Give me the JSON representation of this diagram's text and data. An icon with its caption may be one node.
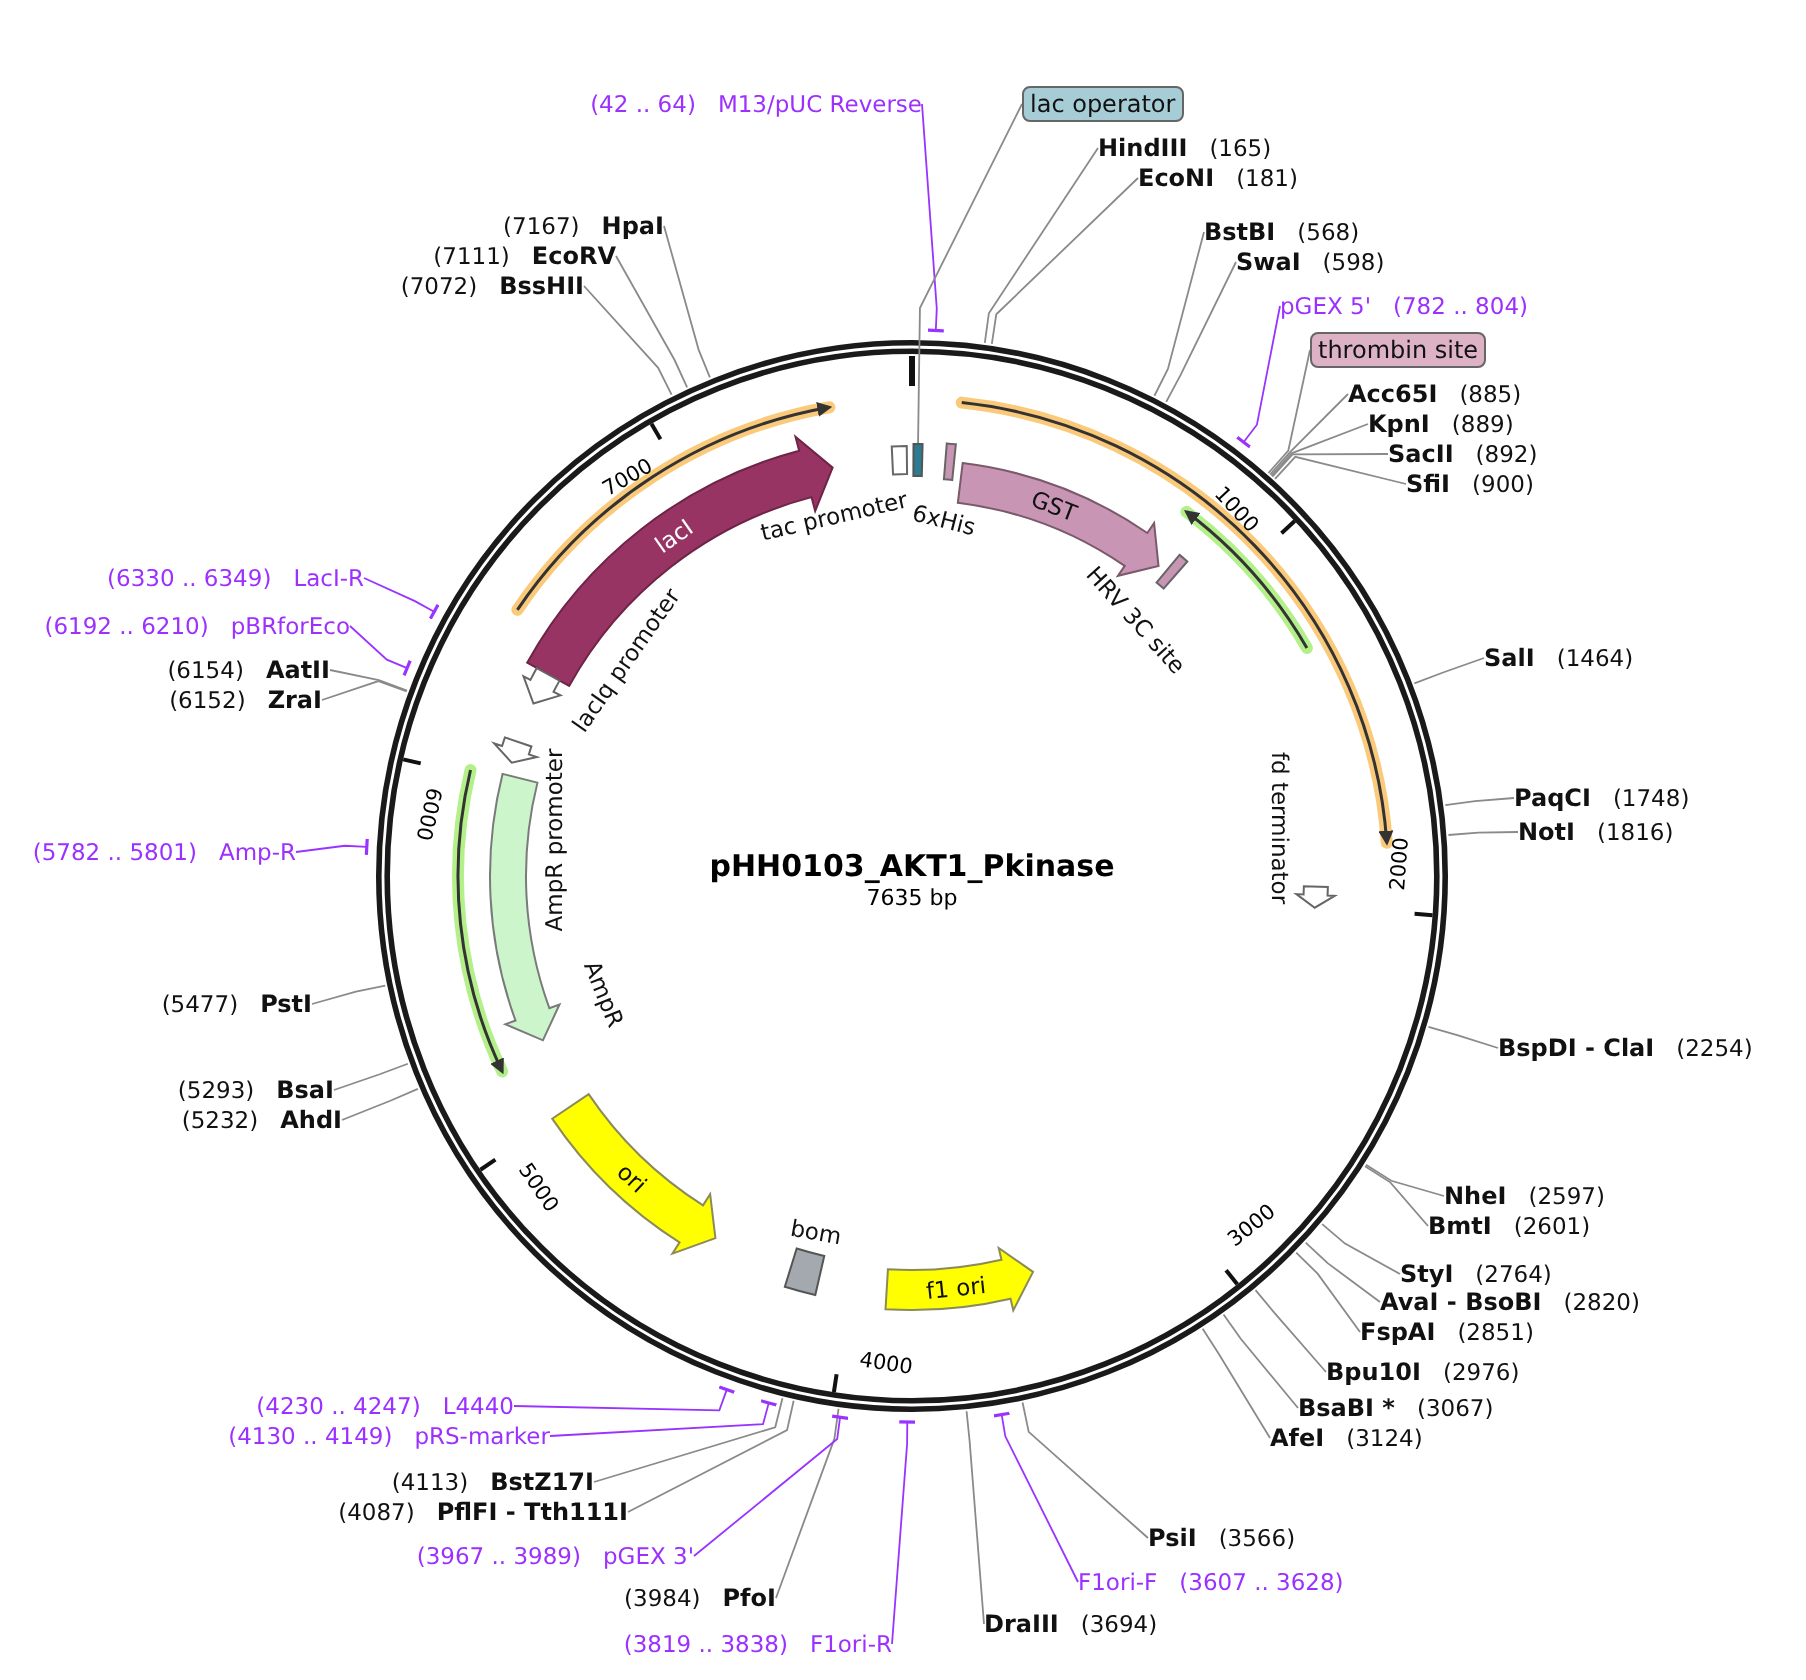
{
  "diagram": {
    "title": "pHH0103_AKT1_Pkinase",
    "nodes": [
      {
        "text": [
          "(42 .. 64)",
          "M13/pUC Reverse"
        ]
      },
      {
        "text": [
          "lac operator"
        ]
      },
      {
        "text": [
          "HindIII",
          "(165)"
        ]
      },
      {
        "text": [
          "EcoNI",
          "(181)"
        ]
      },
      {
        "text": [
          "BstBI",
          "(568)"
        ]
      },
      {
        "text": [
          "SwaI",
          "(598)"
        ]
      },
      {
        "text": [
          "pGEX 5'",
          "(782 .. 804)"
        ]
      },
      {
        "text": [
          "thrombin site"
        ]
      },
      {
        "text": [
          "Acc65I",
          "(885)"
        ]
      },
      {
        "text": [
          "KpnI",
          "(889)"
        ]
      },
      {
        "text": [
          "SacII",
          "(892)"
        ]
      },
      {
        "text": [
          "SfiI",
          "(900)"
        ]
      },
      {
        "text": [
          "SalI",
          "(1464)"
        ]
      },
      {
        "text": [
          "PaqCI",
          "(1748)"
        ]
      },
      {
        "text": [
          "NotI",
          "(1816)"
        ]
      },
      {
        "text": [
          "BspDI - ClaI",
          "(2254)"
        ]
      },
      {
        "text": [
          "NheI",
          "(2597)"
        ]
      },
      {
        "text": [
          "BmtI",
          "(2601)"
        ]
      },
      {
        "text": [
          "StyI",
          "(2764)"
        ]
      },
      {
        "text": [
          "AvaI - BsoBI",
          "(2820)"
        ]
      },
      {
        "text": [
          "FspAI",
          "(2851)"
        ]
      },
      {
        "text": [
          "Bpu10I",
          "(2976)"
        ]
      },
      {
        "text": [
          "BsaBI *",
          "(3067)"
        ]
      },
      {
        "text": [
          "AfeI",
          "(3124)"
        ]
      },
      {
        "text": [
          "PsiI",
          "(3566)"
        ]
      },
      {
        "text": [
          "F1ori-F",
          "(3607 .. 3628)"
        ]
      },
      {
        "text": [
          "DraIII",
          "(3694)"
        ]
      },
      {
        "text": [
          "(3819 .. 3838)",
          "F1ori-R"
        ]
      },
      {
        "text": [
          "(3984)",
          "PfoI"
        ]
      },
      {
        "text": [
          "(3967 .. 3989)",
          "pGEX 3'"
        ]
      },
      {
        "text": [
          "(4087)",
          "PflFI - Tth111I"
        ]
      },
      {
        "text": [
          "(4113)",
          "BstZ17I"
        ]
      },
      {
        "text": [
          "(4130 .. 4149)",
          "pRS-marker"
        ]
      },
      {
        "text": [
          "(4230 .. 4247)",
          "L4440"
        ]
      },
      {
        "text": [
          "(5232)",
          "AhdI"
        ]
      },
      {
        "text": [
          "(5293)",
          "BsaI"
        ]
      },
      {
        "text": [
          "(5477)",
          "PstI"
        ]
      },
      {
        "text": [
          "(5782 .. 5801)",
          "Amp-R"
        ]
      },
      {
        "text": [
          "(6152)",
          "ZraI"
        ]
      },
      {
        "text": [
          "(6154)",
          "AatII"
        ]
      },
      {
        "text": [
          "(6192 .. 6210)",
          "pBRforEco"
        ]
      },
      {
        "text": [
          "(6330 .. 6349)",
          "LacI-R"
        ]
      },
      {
        "text": [
          "(7072)",
          "BssHII"
        ]
      },
      {
        "text": [
          "(7111)",
          "EcoRV"
        ]
      },
      {
        "text": [
          "(7167)",
          "HpaI"
        ]
      },
      {
        "text": [
          "lacI"
        ]
      },
      {
        "text": [
          "lacIq promoter"
        ]
      },
      {
        "text": [
          "tac promoter"
        ]
      },
      {
        "text": [
          "6xHis"
        ]
      },
      {
        "text": [
          "GST"
        ]
      },
      {
        "text": [
          "HRV 3C site"
        ]
      },
      {
        "text": [
          "fd terminator"
        ]
      },
      {
        "text": [
          "AmpR promoter"
        ]
      },
      {
        "text": [
          "AmpR"
        ]
      },
      {
        "text": [
          "ori"
        ]
      },
      {
        "text": [
          "bom"
        ]
      },
      {
        "text": [
          "f1 ori"
        ]
      },
      {
        "text": [],
        "shape": "box"
      }
    ],
    "edges": [
      {
        "from": 0,
        "to": null,
        "arrow": "other",
        "color": "#9933ff"
      },
      {
        "from": 1,
        "to": 57,
        "arrow": "none"
      },
      {
        "from": 2,
        "to": null,
        "arrow": "none"
      },
      {
        "from": 3,
        "to": null,
        "arrow": "none"
      },
      {
        "from": 4,
        "to": null,
        "arrow": "none"
      },
      {
        "from": 5,
        "to": null,
        "arrow": "none"
      },
      {
        "from": 6,
        "to": null,
        "arrow": "other",
        "color": "#9933ff"
      },
      {
        "from": 7,
        "to": null,
        "arrow": "none"
      },
      {
        "from": 8,
        "to": null,
        "arrow": "none"
      },
      {
        "from": 9,
        "to": null,
        "arrow": "none"
      },
      {
        "from": 10,
        "to": null,
        "arrow": "none"
      },
      {
        "from": 11,
        "to": null,
        "arrow": "none"
      },
      {
        "from": 12,
        "to": null,
        "arrow": "none"
      },
      {
        "from": 13,
        "to": null,
        "arrow": "none"
      },
      {
        "from": 14,
        "to": null,
        "arrow": "none"
      },
      {
        "from": 15,
        "to": null,
        "arrow": "none"
      },
      {
        "from": 16,
        "to": null,
        "arrow": "none"
      },
      {
        "from": 17,
        "to": null,
        "arrow": "none"
      },
      {
        "from": 18,
        "to": null,
        "arrow": "none"
      },
      {
        "from": 19,
        "to": null,
        "arrow": "none"
      },
      {
        "from": 20,
        "to": null,
        "arrow": "none"
      },
      {
        "from": 21,
        "to": null,
        "arrow": "none"
      },
      {
        "from": 22,
        "to": null,
        "arrow": "none"
      },
      {
        "from": 23,
        "to": null,
        "arrow": "none"
      },
      {
        "from": 24,
        "to": null,
        "arrow": "none"
      },
      {
        "from": 25,
        "to": null,
        "arrow": "other",
        "color": "#9933ff"
      },
      {
        "from": 26,
        "to": null,
        "arrow": "none"
      },
      {
        "from": 27,
        "to": null,
        "arrow": "other",
        "color": "#9933ff"
      },
      {
        "from": 28,
        "to": null,
        "arrow": "none"
      },
      {
        "from": 29,
        "to": null,
        "arrow": "other",
        "color": "#9933ff"
      },
      {
        "from": 30,
        "to": null,
        "arrow": "none"
      },
      {
        "from": 31,
        "to": null,
        "arrow": "none"
      },
      {
        "from": 32,
        "to": null,
        "arrow": "other",
        "color": "#9933ff"
      },
      {
        "from": 33,
        "to": null,
        "arrow": "other",
        "color": "#9933ff"
      },
      {
        "from": 34,
        "to": null,
        "arrow": "none"
      },
      {
        "from": 35,
        "to": null,
        "arrow": "none"
      },
      {
        "from": 36,
        "to": null,
        "arrow": "none"
      },
      {
        "from": 37,
        "to": null,
        "arrow": "other",
        "color": "#9933ff"
      },
      {
        "from": 38,
        "to": null,
        "arrow": "none"
      },
      {
        "from": 39,
        "to": null,
        "arrow": "none"
      },
      {
        "from": 40,
        "to": null,
        "arrow": "other",
        "color": "#9933ff"
      },
      {
        "from": 41,
        "to": null,
        "arrow": "other",
        "color": "#9933ff"
      },
      {
        "from": 42,
        "to": null,
        "arrow": "none"
      },
      {
        "from": 43,
        "to": null,
        "arrow": "none"
      },
      {
        "from": 44,
        "to": null,
        "arrow": "none"
      }
    ],
    "labels": [
      "7635 bp",
      "1000",
      "2000",
      "3000",
      "4000",
      "5000",
      "6000",
      "7000"
    ]
  }
}
